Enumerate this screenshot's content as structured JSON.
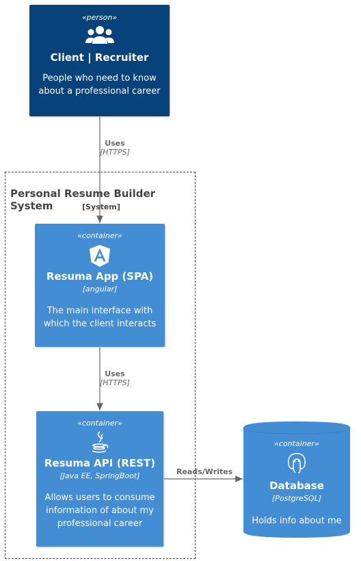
{
  "person": {
    "stereotype": "«person»",
    "name": "Client | Recruiter",
    "description_lines": [
      "People who need to know",
      "about a professional career"
    ],
    "icon": "person-group-icon"
  },
  "boundary": {
    "name": "Personal Resume Builder System",
    "type": "[System]"
  },
  "app": {
    "stereotype": "«container»",
    "name": "Resuma App (SPA)",
    "tech": "[angular]",
    "description_lines": [
      "The main interface with",
      "which the client interacts"
    ],
    "icon": "angular-icon"
  },
  "api": {
    "stereotype": "«container»",
    "name": "Resuma API (REST)",
    "tech": "[Java EE, SpringBoot]",
    "description_lines": [
      "Allows users to consume",
      "information of about my",
      "professional career"
    ],
    "icon": "java-icon"
  },
  "db": {
    "stereotype": "«container»",
    "name": "Database",
    "tech": "[PostgreSQL]",
    "description_lines": [
      "Holds info about me"
    ],
    "icon": "postgresql-icon"
  },
  "edges": {
    "person_app": {
      "label": "Uses",
      "tech": "[HTTPS]"
    },
    "app_api": {
      "label": "Uses",
      "tech": "[HTTPS]"
    },
    "api_db": {
      "label": "Reads/Writes"
    }
  },
  "colors": {
    "person": "#08427b",
    "container": "#438dd5",
    "arrow": "#666666",
    "boundary": "#444444"
  }
}
